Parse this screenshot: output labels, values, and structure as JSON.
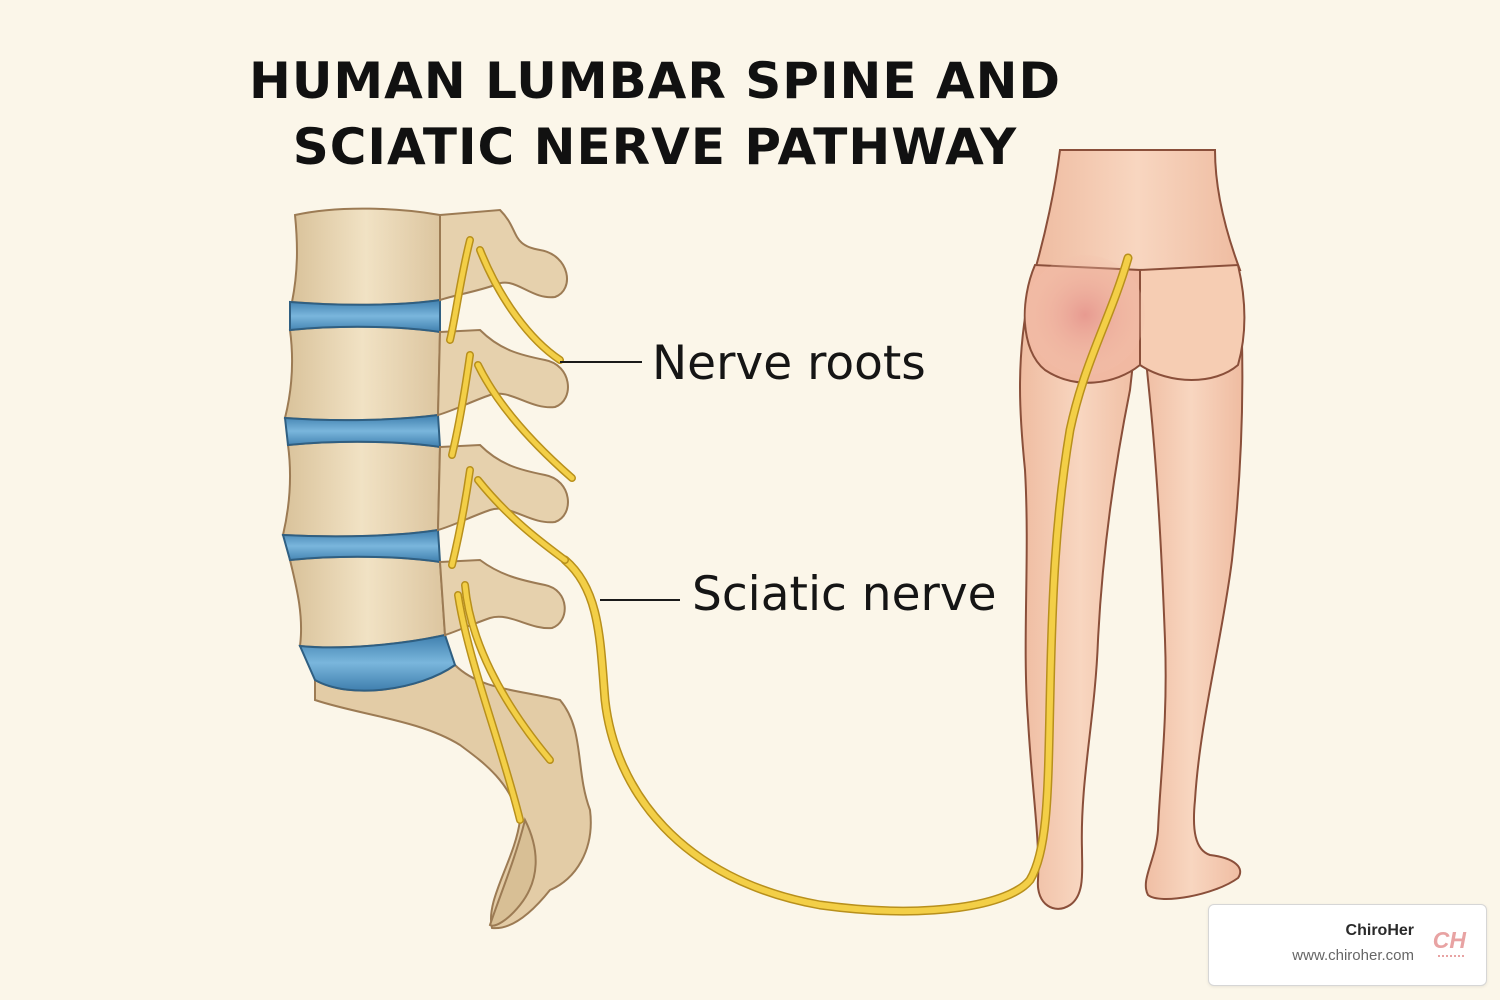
{
  "title": "HUMAN LUMBAR SPINE AND\nSCIATIC NERVE PATHWAY",
  "labels": {
    "nerve_roots": "Nerve roots",
    "sciatic_nerve": "Sciatic nerve"
  },
  "brand": {
    "name": "ChiroHer",
    "url": "www.chiroher.com",
    "logo_text": "CH"
  },
  "colors": {
    "background": "#fbf6e9",
    "bone": "#ead7b6",
    "disc": "#5b9cc7",
    "nerve": "#f2c83a",
    "skin": "#f6cdb3",
    "buttock_blush": "#eba29a"
  },
  "icons": [
    "chiroher-logo-icon"
  ]
}
